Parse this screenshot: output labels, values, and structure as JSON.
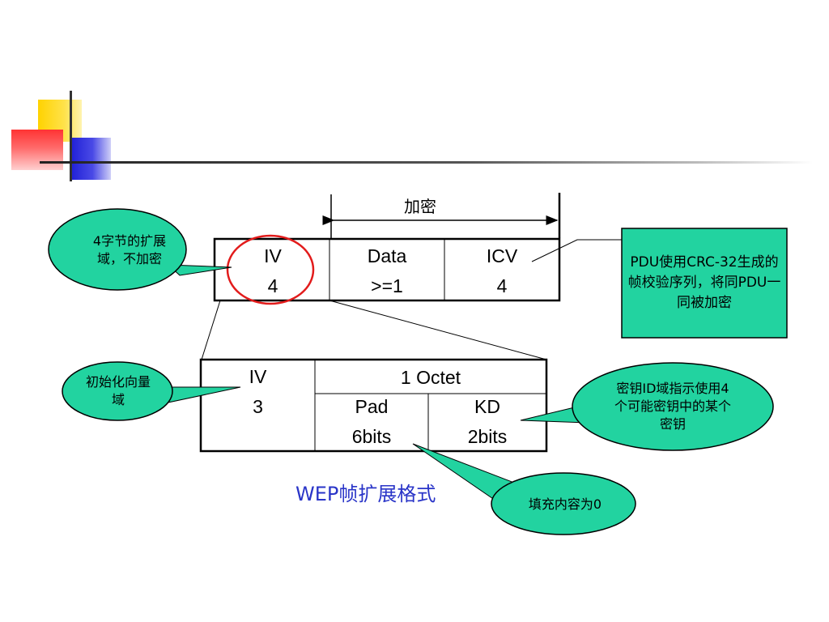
{
  "colors": {
    "callout_fill": "#22d3a0",
    "caption": "#2a35c8"
  },
  "encrypt_label": "加密",
  "top_frame": {
    "iv": {
      "name": "IV",
      "size": "4"
    },
    "data": {
      "name": "Data",
      "size": ">=1"
    },
    "icv": {
      "name": "ICV",
      "size": "4"
    }
  },
  "bottom_frame": {
    "iv": {
      "name": "IV",
      "size": "3"
    },
    "octet": "1 Octet",
    "pad": {
      "name": "Pad",
      "size": "6bits"
    },
    "kd": {
      "name": "KD",
      "size": "2bits"
    }
  },
  "callouts": {
    "ext_field": "4字节的扩展域，不加密",
    "icv_note": "PDU使用CRC-32生成的帧校验序列，将同PDU一同被加密",
    "iv_note": "初始化向量域",
    "key_id": "密钥ID域指示使用4个可能密钥中的某个密钥",
    "pad_note": "填充内容为0"
  },
  "caption": "WEP帧扩展格式"
}
